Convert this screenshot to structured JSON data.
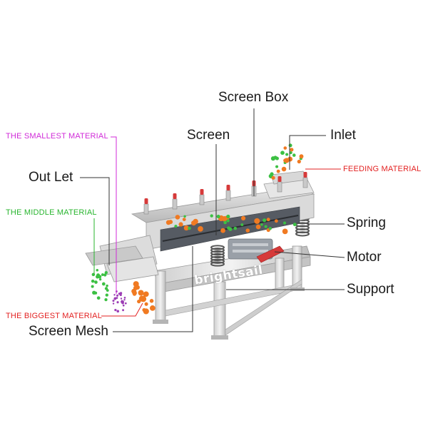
{
  "labels": {
    "screen_box": "Screen Box",
    "screen": "Screen",
    "inlet": "Inlet",
    "out_let": "Out Let",
    "spring": "Spring",
    "motor": "Motor",
    "support": "Support",
    "screen_mesh": "Screen Mesh",
    "smallest_material": "THE SMALLEST MATERIAL",
    "middle_material": "THE MIDDLE MATERIAL",
    "biggest_material": "THE BIGGEST MATERIAL",
    "feeding_material": "FEEDING MATERIAL"
  },
  "brand": "brightsail",
  "colors": {
    "smallest": "#d02ad8",
    "middle": "#28b52e",
    "biggest": "#e32222",
    "feeding": "#e32222",
    "particle_orange": "#f07a22",
    "particle_green": "#3cc043",
    "particle_purple": "#9c3db5"
  }
}
